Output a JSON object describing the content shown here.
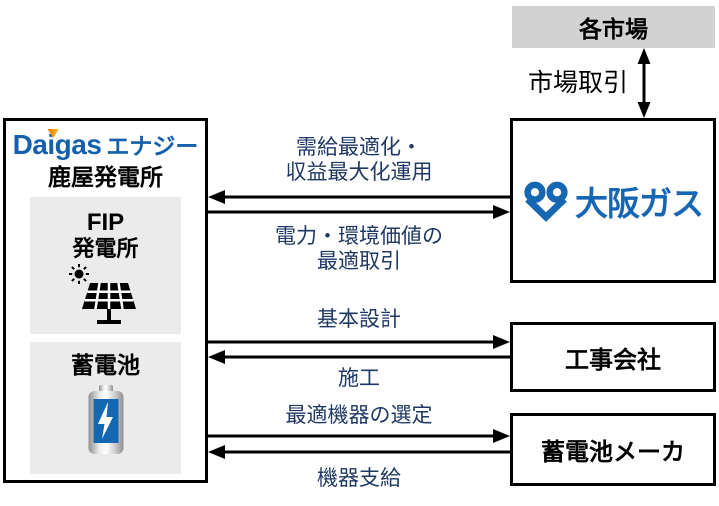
{
  "market": {
    "label": "各市場",
    "trade_label": "市場取引"
  },
  "osakagas": {
    "name": "大阪ガス"
  },
  "daigas": {
    "logo_latin": "Daigas",
    "logo_kana": "エナジー",
    "plant_name": "鹿屋発電所",
    "fip": {
      "line1": "FIP",
      "line2": "発電所"
    },
    "battery_label": "蓄電池"
  },
  "partners": {
    "construction": "工事会社",
    "battery_maker": "蓄電池メーカ"
  },
  "flows": {
    "supply_demand": [
      "需給最適化・",
      "収益最大化運用"
    ],
    "optimal_trading": [
      "電力・環境価値の",
      "最適取引"
    ],
    "basic_design": "基本設計",
    "construction": "施工",
    "equipment_selection": "最適機器の選定",
    "equipment_supply": "機器支給"
  },
  "icons": {
    "solar": "solar-panel-icon",
    "sun": "sun-icon",
    "battery": "battery-icon",
    "osaka_gas_mark": "osaka-gas-heart-icon",
    "daigas_mark": "daigas-i-triangle-icon"
  },
  "colors": {
    "flow_text_navy": "#1f3864",
    "osaka_gas_blue": "#1766b4",
    "daigas_blue": "#1560ad",
    "daigas_orange": "#e8731a",
    "market_gray": "#d2d2d2",
    "panel_gray": "#ebebeb",
    "battery_blue": "#1467b1"
  }
}
